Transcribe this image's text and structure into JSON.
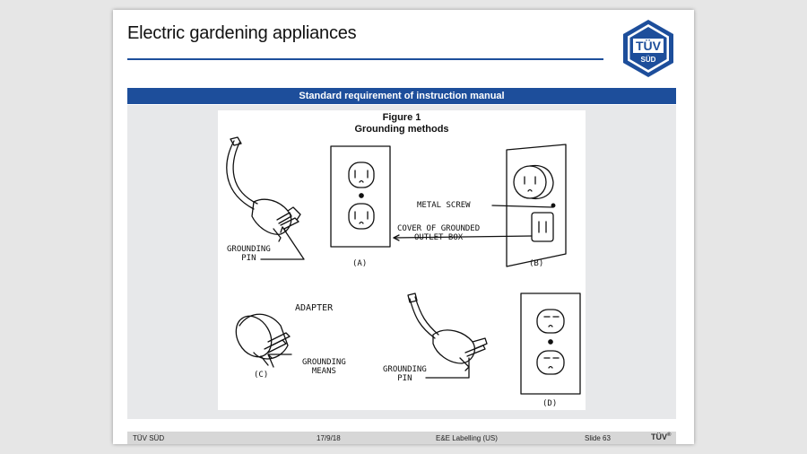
{
  "slide": {
    "title": "Electric gardening appliances",
    "section_band": "Standard requirement of instruction manual",
    "logo_text": {
      "top": "TÜV",
      "bottom": "SÜD"
    }
  },
  "figure": {
    "title_line1": "Figure 1",
    "title_line2": "Grounding methods",
    "labels": {
      "grounding_pin_a_1": "GROUNDING",
      "grounding_pin_a_2": "PIN",
      "caption_a": "(A)",
      "metal_screw": "METAL SCREW",
      "cover_line1": "COVER OF GROUNDED",
      "cover_line2": "OUTLET BOX",
      "caption_b": "(B)",
      "adapter": "ADAPTER",
      "grounding_means_1": "GROUNDING",
      "grounding_means_2": "MEANS",
      "caption_c": "(C)",
      "grounding_pin_c_1": "GROUNDING",
      "grounding_pin_c_2": "PIN",
      "caption_d": "(D)"
    }
  },
  "footer": {
    "org": "TÜV SÜD",
    "date": "17/9/18",
    "subject": "E&E Labelling (US)",
    "slide": "Slide 63",
    "mark": "TÜV",
    "mark_reg": "®"
  },
  "colors": {
    "brand_blue": "#1d4e9b",
    "panel_gray": "#e7e8ea",
    "footer_gray": "#d7d7d7"
  }
}
